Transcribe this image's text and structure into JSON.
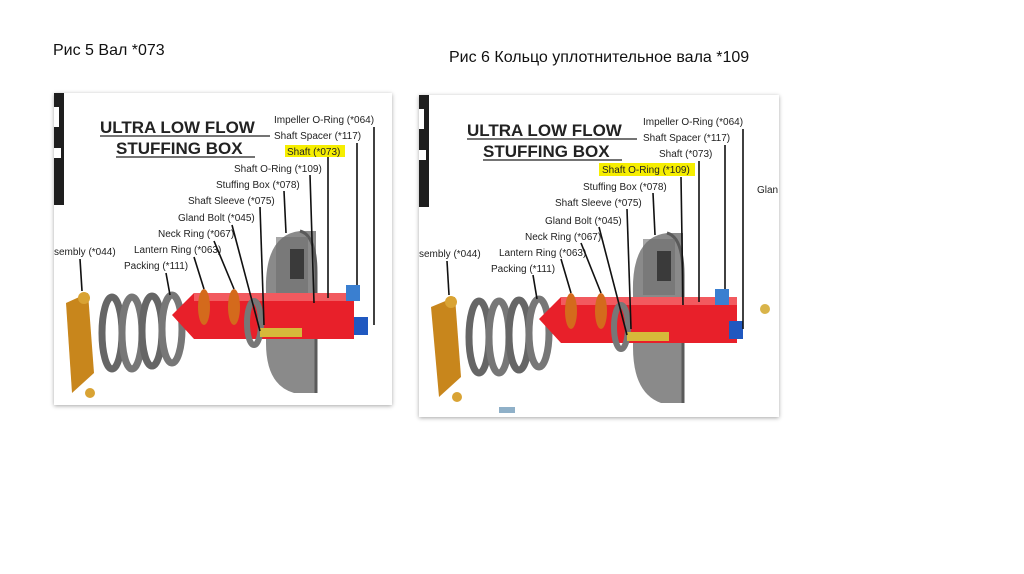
{
  "captions": {
    "left": "Рис 5 Вал *073",
    "right": "Рис 6 Кольцо уплотнительное вала *109"
  },
  "diagram": {
    "title_line1": "ULTRA LOW FLOW",
    "title_line2": "STUFFING BOX",
    "labels": {
      "impeller_o_ring": "Impeller O-Ring (*064)",
      "shaft_spacer": "Shaft Spacer (*117)",
      "shaft": "Shaft (*073)",
      "shaft_o_ring": "Shaft O-Ring (*109)",
      "stuffing_box": "Stuffing Box (*078)",
      "shaft_sleeve": "Shaft Sleeve (*075)",
      "gland_bolt": "Gland Bolt (*045)",
      "neck_ring": "Neck Ring (*067)",
      "lantern_ring": "Lantern Ring (*063)",
      "packing": "Packing (*111)",
      "gland_assembly": "sembly (*044)",
      "gland_cut": "Glan"
    },
    "highlight_color": "#f6ee00",
    "shaft_color": "#e8202a"
  }
}
